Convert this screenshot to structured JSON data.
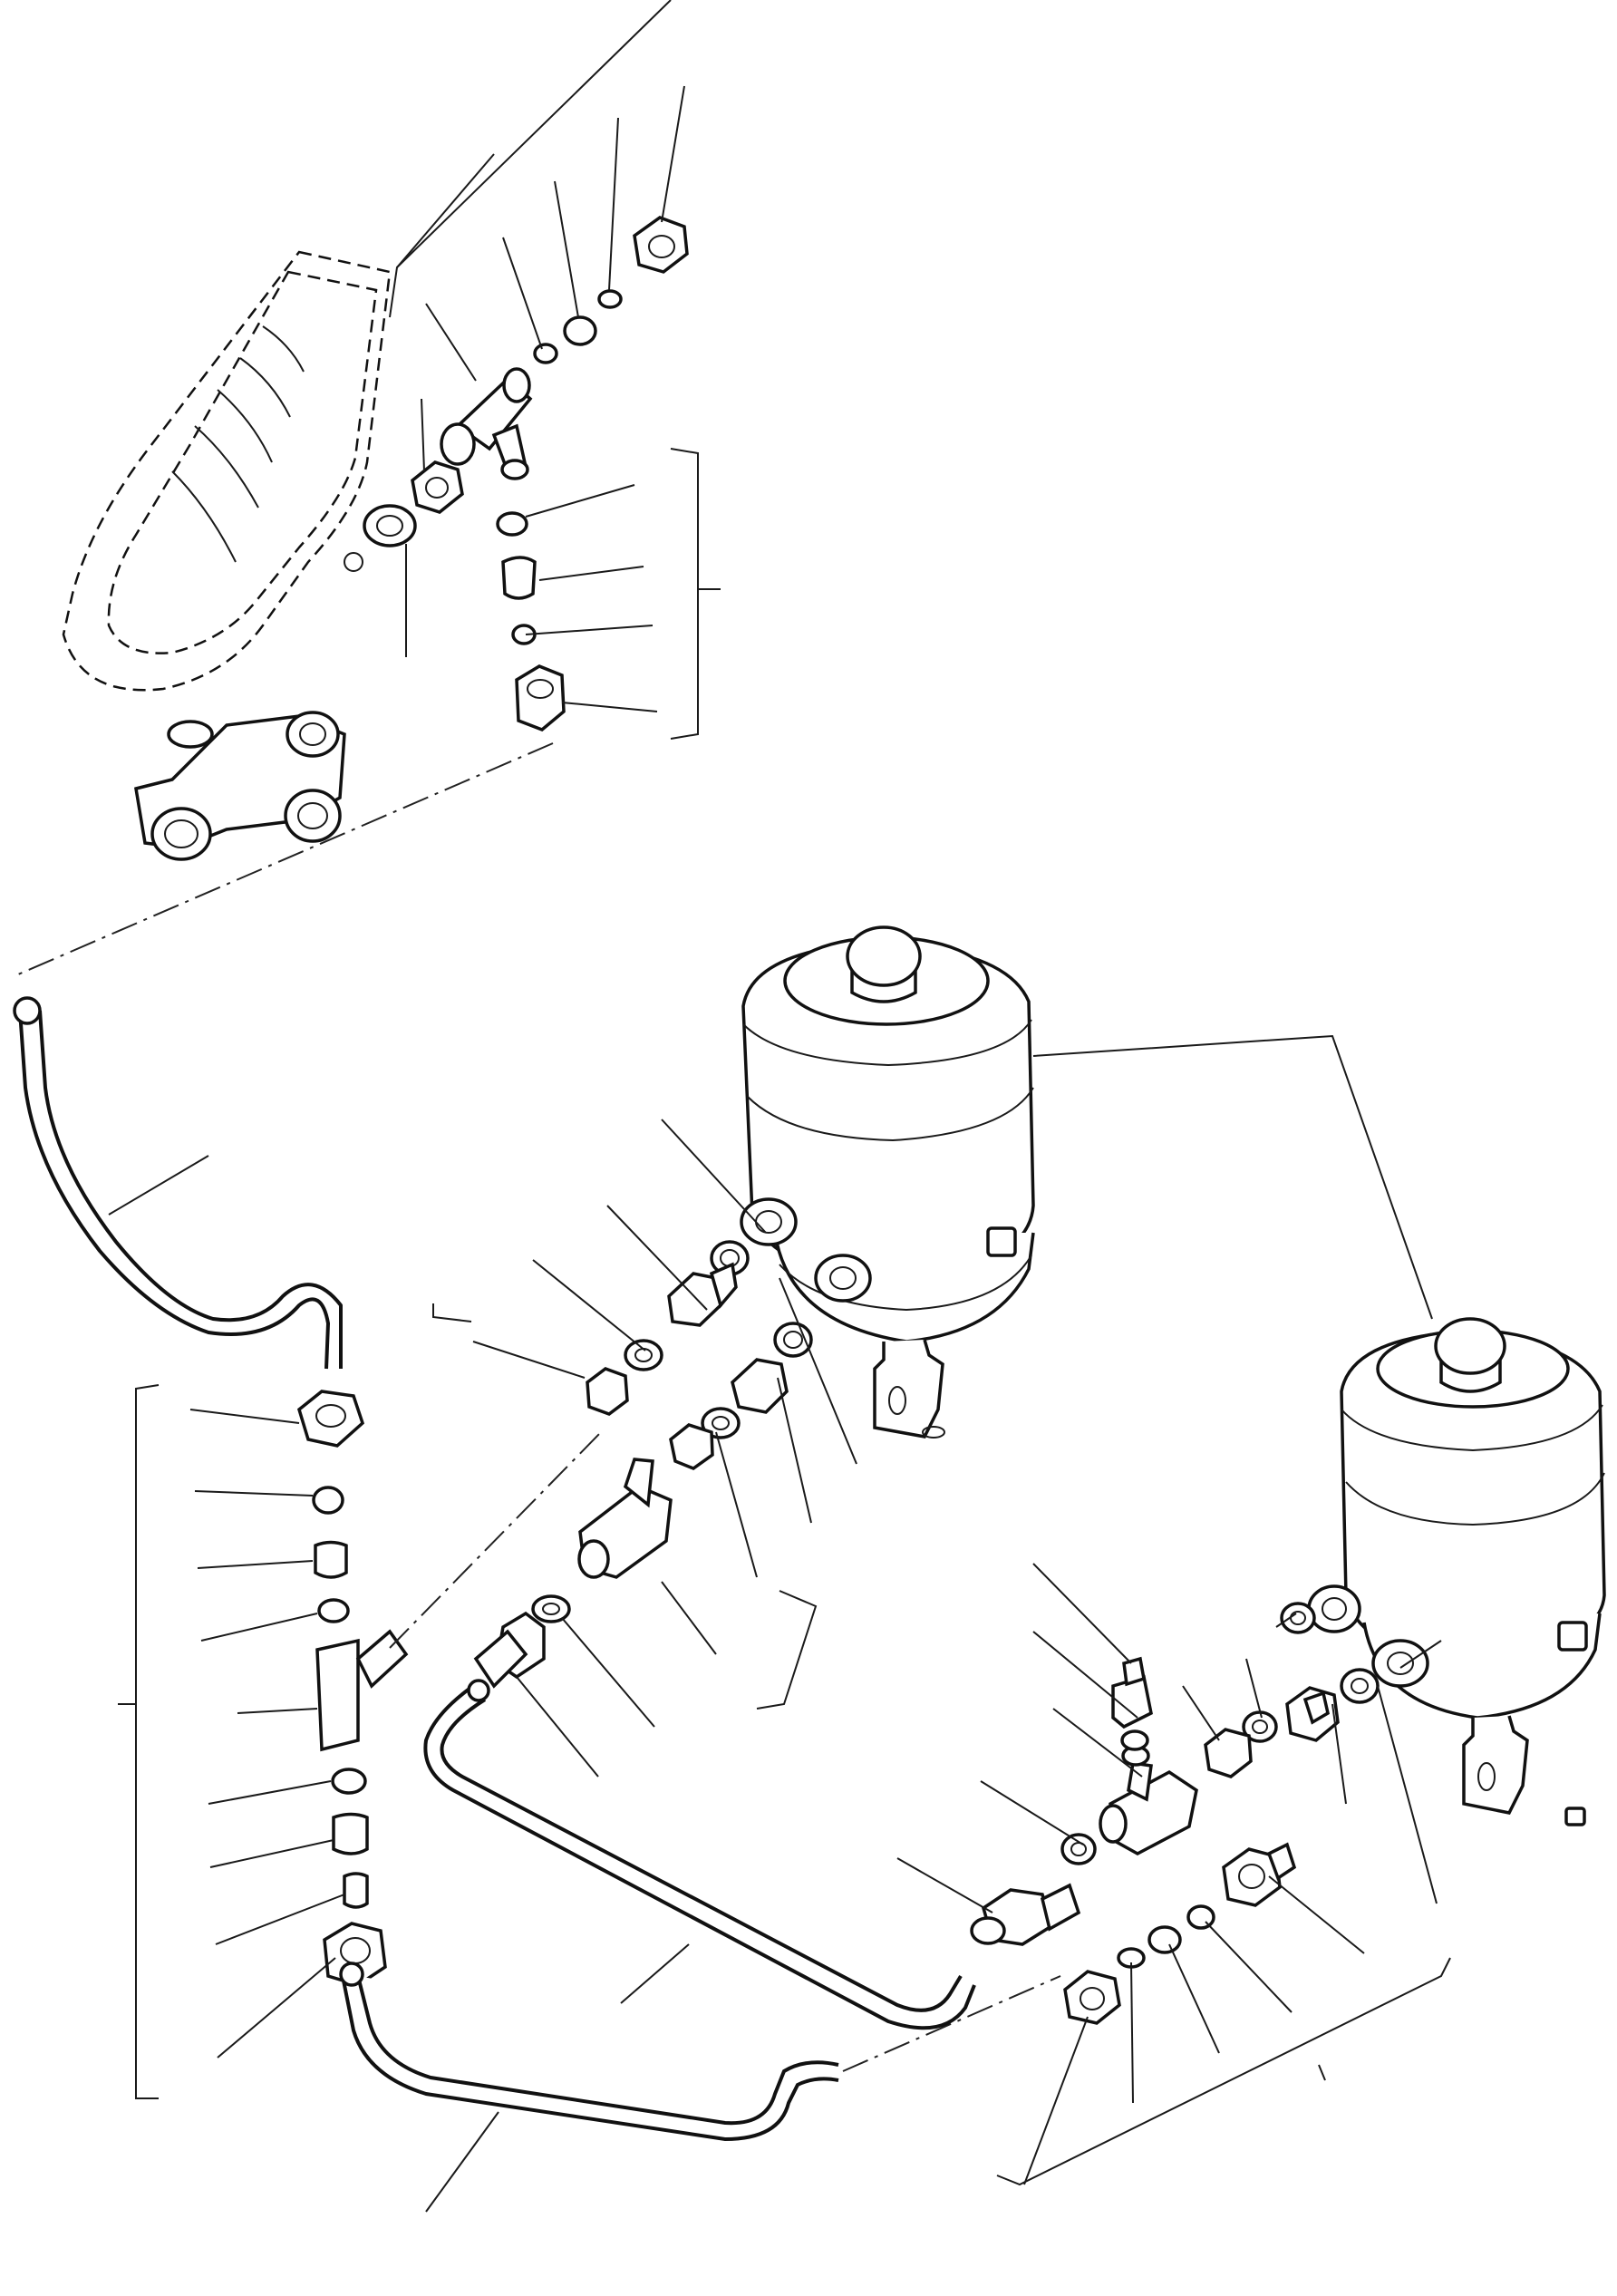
{
  "drawing": {
    "title": "",
    "parts": [
      "brake-valve-pedal",
      "brake-chamber-upper",
      "brake-chamber-lower",
      "tube-left",
      "tube-center",
      "tube-bottom",
      "tee-fitting-top",
      "tee-fitting-left",
      "tee-fitting-center",
      "tee-fitting-right"
    ]
  }
}
